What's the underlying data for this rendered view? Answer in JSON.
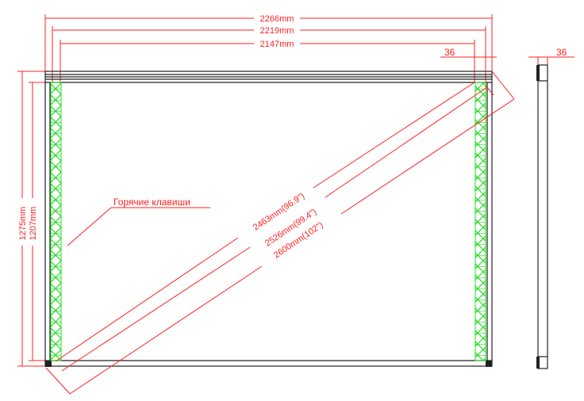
{
  "dimensions": {
    "width_outer": "2266mm",
    "width_mid": "2219mm",
    "width_inner": "2147mm",
    "frame_width": "36",
    "side_depth": "36",
    "height_outer": "1275mm",
    "height_inner": "1207mm",
    "diag_1": "2463mm(96.9\")",
    "diag_2": "2526mm(99.4\")",
    "diag_3": "2600mm(102\")"
  },
  "labels": {
    "hotkeys": "Горячие клавиши"
  },
  "colors": {
    "dimension": "#ff2020",
    "sensor": "#22dd22",
    "frame": "#222222"
  }
}
